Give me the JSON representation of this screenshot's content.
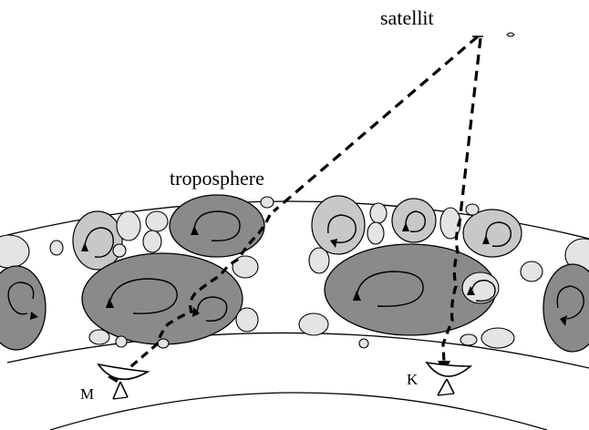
{
  "labels": {
    "satellite": "satellit",
    "troposphere": "troposphere",
    "station_m": "M",
    "station_k": "K"
  },
  "colors": {
    "dark_cell": "#8a8a8a",
    "light_cell": "#c8c8c8",
    "small_blob": "#e4e4e4",
    "signal_path": "#000000"
  },
  "icons": {
    "satellite": "satellite-icon",
    "ground_station": "dish-antenna-icon"
  }
}
